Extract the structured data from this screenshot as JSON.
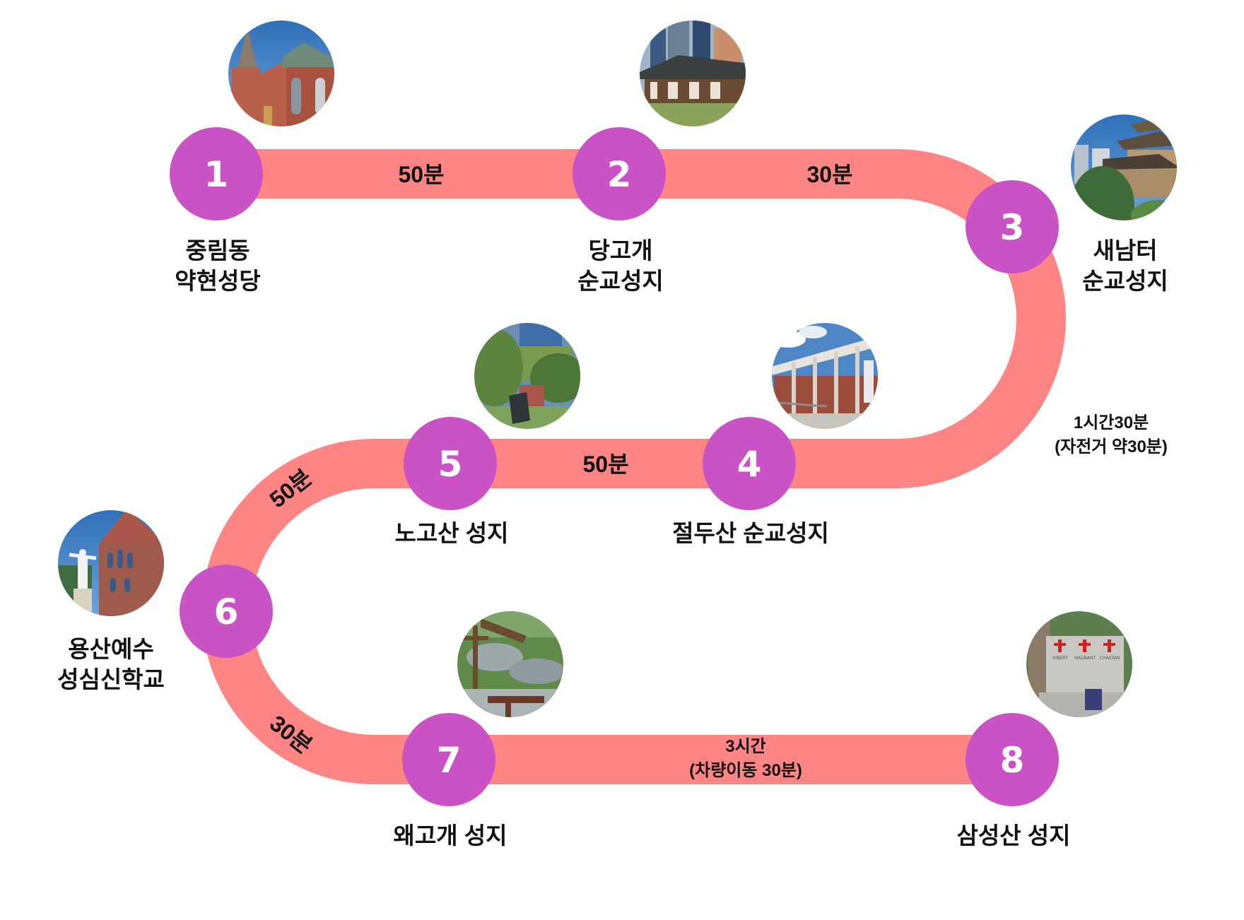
{
  "colors": {
    "route_band": "#FF8585",
    "station_circle": "#C952C4",
    "station_number": "#FFFFFF",
    "text": "#111111",
    "background": "#FFFFFF"
  },
  "stations": [
    {
      "number": "1",
      "name_lines": [
        "중림동",
        "약현성당"
      ],
      "photo": "red-brick-gothic-church"
    },
    {
      "number": "2",
      "name_lines": [
        "당고개",
        "순교성지"
      ],
      "photo": "hanok-building-with-apartments"
    },
    {
      "number": "3",
      "name_lines": [
        "새남터",
        "순교성지"
      ],
      "photo": "korean-pagoda-style-church"
    },
    {
      "number": "4",
      "name_lines": [
        "절두산 순교성지"
      ],
      "photo": "modern-museum-colonnade"
    },
    {
      "number": "5",
      "name_lines": [
        "노고산 성지"
      ],
      "photo": "garden-memorial-stone"
    },
    {
      "number": "6",
      "name_lines": [
        "용산예수",
        "성심신학교"
      ],
      "photo": "seminary-with-jesus-statue"
    },
    {
      "number": "7",
      "name_lines": [
        "왜고개 성지"
      ],
      "photo": "crucifix-rock-garden"
    },
    {
      "number": "8",
      "name_lines": [
        "삼성산 성지"
      ],
      "photo": "martyrs-memorial-stone-with-crosses"
    }
  ],
  "segments": [
    {
      "from": "1",
      "to": "2",
      "lines": [
        "50분"
      ]
    },
    {
      "from": "2",
      "to": "3",
      "lines": [
        "30분"
      ]
    },
    {
      "from": "3",
      "to": "4",
      "lines": [
        "1시간30분",
        "(자전거 약30분)"
      ]
    },
    {
      "from": "4",
      "to": "5",
      "lines": [
        "50분"
      ]
    },
    {
      "from": "5",
      "to": "6",
      "lines": [
        "50분"
      ]
    },
    {
      "from": "6",
      "to": "7",
      "lines": [
        "30분"
      ]
    },
    {
      "from": "7",
      "to": "8",
      "lines": [
        "3시간",
        "(차량이동 30분)"
      ]
    }
  ],
  "memorial_inscriptions": [
    "IMBERT",
    "MAUBANT",
    "CHASTAN"
  ]
}
